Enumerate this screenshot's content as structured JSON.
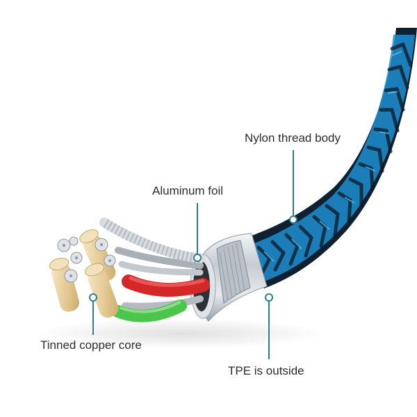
{
  "callouts": {
    "nylon": "Nylon thread body",
    "foil": "Aluminum foil",
    "core": "Tinned copper core",
    "tpe": "TPE is outside"
  },
  "colors": {
    "braid_blue": "#1e8fd0",
    "braid_dark": "#0f2030",
    "callout_line": "#2c7f87",
    "red_wire": "#d42828",
    "green_wire": "#4cc64a",
    "metal_sleeve": "#c9cfd6",
    "gold_tip": "#e9d2a0"
  }
}
